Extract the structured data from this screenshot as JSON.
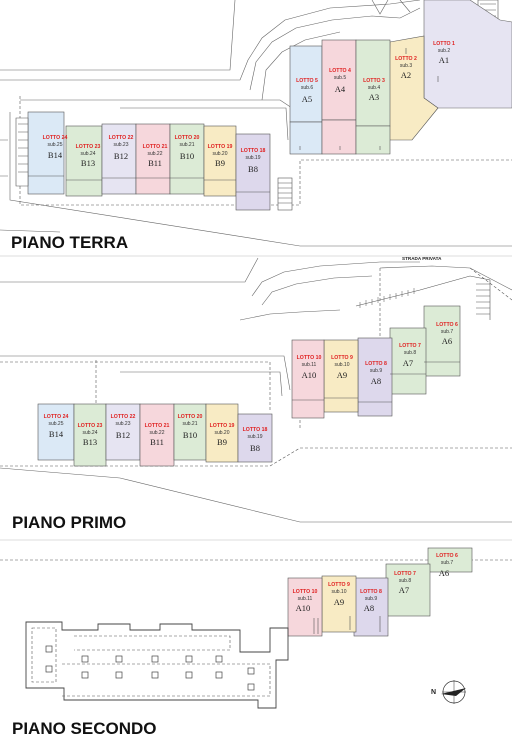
{
  "colors": {
    "blue": "#dbe9f6",
    "pink": "#f6d7dc",
    "green": "#dcebd6",
    "yellow": "#f8ebc4",
    "purple": "#ddd8ec",
    "lilac": "#e6e4f2",
    "lotto_red": "#e02020"
  },
  "floors": {
    "terra": {
      "title": "PIANO TERRA",
      "units": [
        {
          "id": "l1",
          "lotto": "LOTTO 1",
          "sub": "sub.2",
          "code": "A1"
        },
        {
          "id": "l2",
          "lotto": "LOTTO 2",
          "sub": "sub.3",
          "code": "A2"
        },
        {
          "id": "l3",
          "lotto": "LOTTO 3",
          "sub": "sub.4",
          "code": "A3"
        },
        {
          "id": "l4",
          "lotto": "LOTTO 4",
          "sub": "sub.5",
          "code": "A4"
        },
        {
          "id": "l5",
          "lotto": "LOTTO 5",
          "sub": "sub.6",
          "code": "A5"
        },
        {
          "id": "l24",
          "lotto": "LOTTO 24",
          "sub": "sub.25",
          "code": "B14"
        },
        {
          "id": "l23",
          "lotto": "LOTTO 23",
          "sub": "sub.24",
          "code": "B13"
        },
        {
          "id": "l22",
          "lotto": "LOTTO 22",
          "sub": "sub.23",
          "code": "B12"
        },
        {
          "id": "l21",
          "lotto": "LOTTO 21",
          "sub": "sub.22",
          "code": "B11"
        },
        {
          "id": "l20",
          "lotto": "LOTTO 20",
          "sub": "sub.21",
          "code": "B10"
        },
        {
          "id": "l19",
          "lotto": "LOTTO 19",
          "sub": "sub.20",
          "code": "B9"
        },
        {
          "id": "l18",
          "lotto": "LOTTO 18",
          "sub": "sub.19",
          "code": "B8"
        }
      ]
    },
    "primo": {
      "title": "PIANO PRIMO",
      "road_label": "STRADA PRIVATA",
      "units": [
        {
          "id": "l6",
          "lotto": "LOTTO 6",
          "sub": "sub.7",
          "code": "A6"
        },
        {
          "id": "l7",
          "lotto": "LOTTO 7",
          "sub": "sub.8",
          "code": "A7"
        },
        {
          "id": "l8",
          "lotto": "LOTTO 8",
          "sub": "sub.9",
          "code": "A8"
        },
        {
          "id": "l9",
          "lotto": "LOTTO 9",
          "sub": "sub.10",
          "code": "A9"
        },
        {
          "id": "l10",
          "lotto": "LOTTO 10",
          "sub": "sub.11",
          "code": "A10"
        },
        {
          "id": "l24",
          "lotto": "LOTTO 24",
          "sub": "sub.25",
          "code": "B14"
        },
        {
          "id": "l23",
          "lotto": "LOTTO 23",
          "sub": "sub.24",
          "code": "B13"
        },
        {
          "id": "l22",
          "lotto": "LOTTO 22",
          "sub": "sub.23",
          "code": "B12"
        },
        {
          "id": "l21",
          "lotto": "LOTTO 21",
          "sub": "sub.22",
          "code": "B11"
        },
        {
          "id": "l20",
          "lotto": "LOTTO 20",
          "sub": "sub.21",
          "code": "B10"
        },
        {
          "id": "l19",
          "lotto": "LOTTO 19",
          "sub": "sub.20",
          "code": "B9"
        },
        {
          "id": "l18",
          "lotto": "LOTTO 18",
          "sub": "sub.19",
          "code": "B8"
        }
      ]
    },
    "secondo": {
      "title": "PIANO SECONDO",
      "compass_label": "N",
      "units": [
        {
          "id": "l6",
          "lotto": "LOTTO 6",
          "sub": "sub.7",
          "code": "A6"
        },
        {
          "id": "l7",
          "lotto": "LOTTO 7",
          "sub": "sub.8",
          "code": "A7"
        },
        {
          "id": "l8",
          "lotto": "LOTTO 8",
          "sub": "sub.9",
          "code": "A8"
        },
        {
          "id": "l9",
          "lotto": "LOTTO 9",
          "sub": "sub.10",
          "code": "A9"
        },
        {
          "id": "l10",
          "lotto": "LOTTO 10",
          "sub": "sub.11",
          "code": "A10"
        }
      ]
    }
  }
}
